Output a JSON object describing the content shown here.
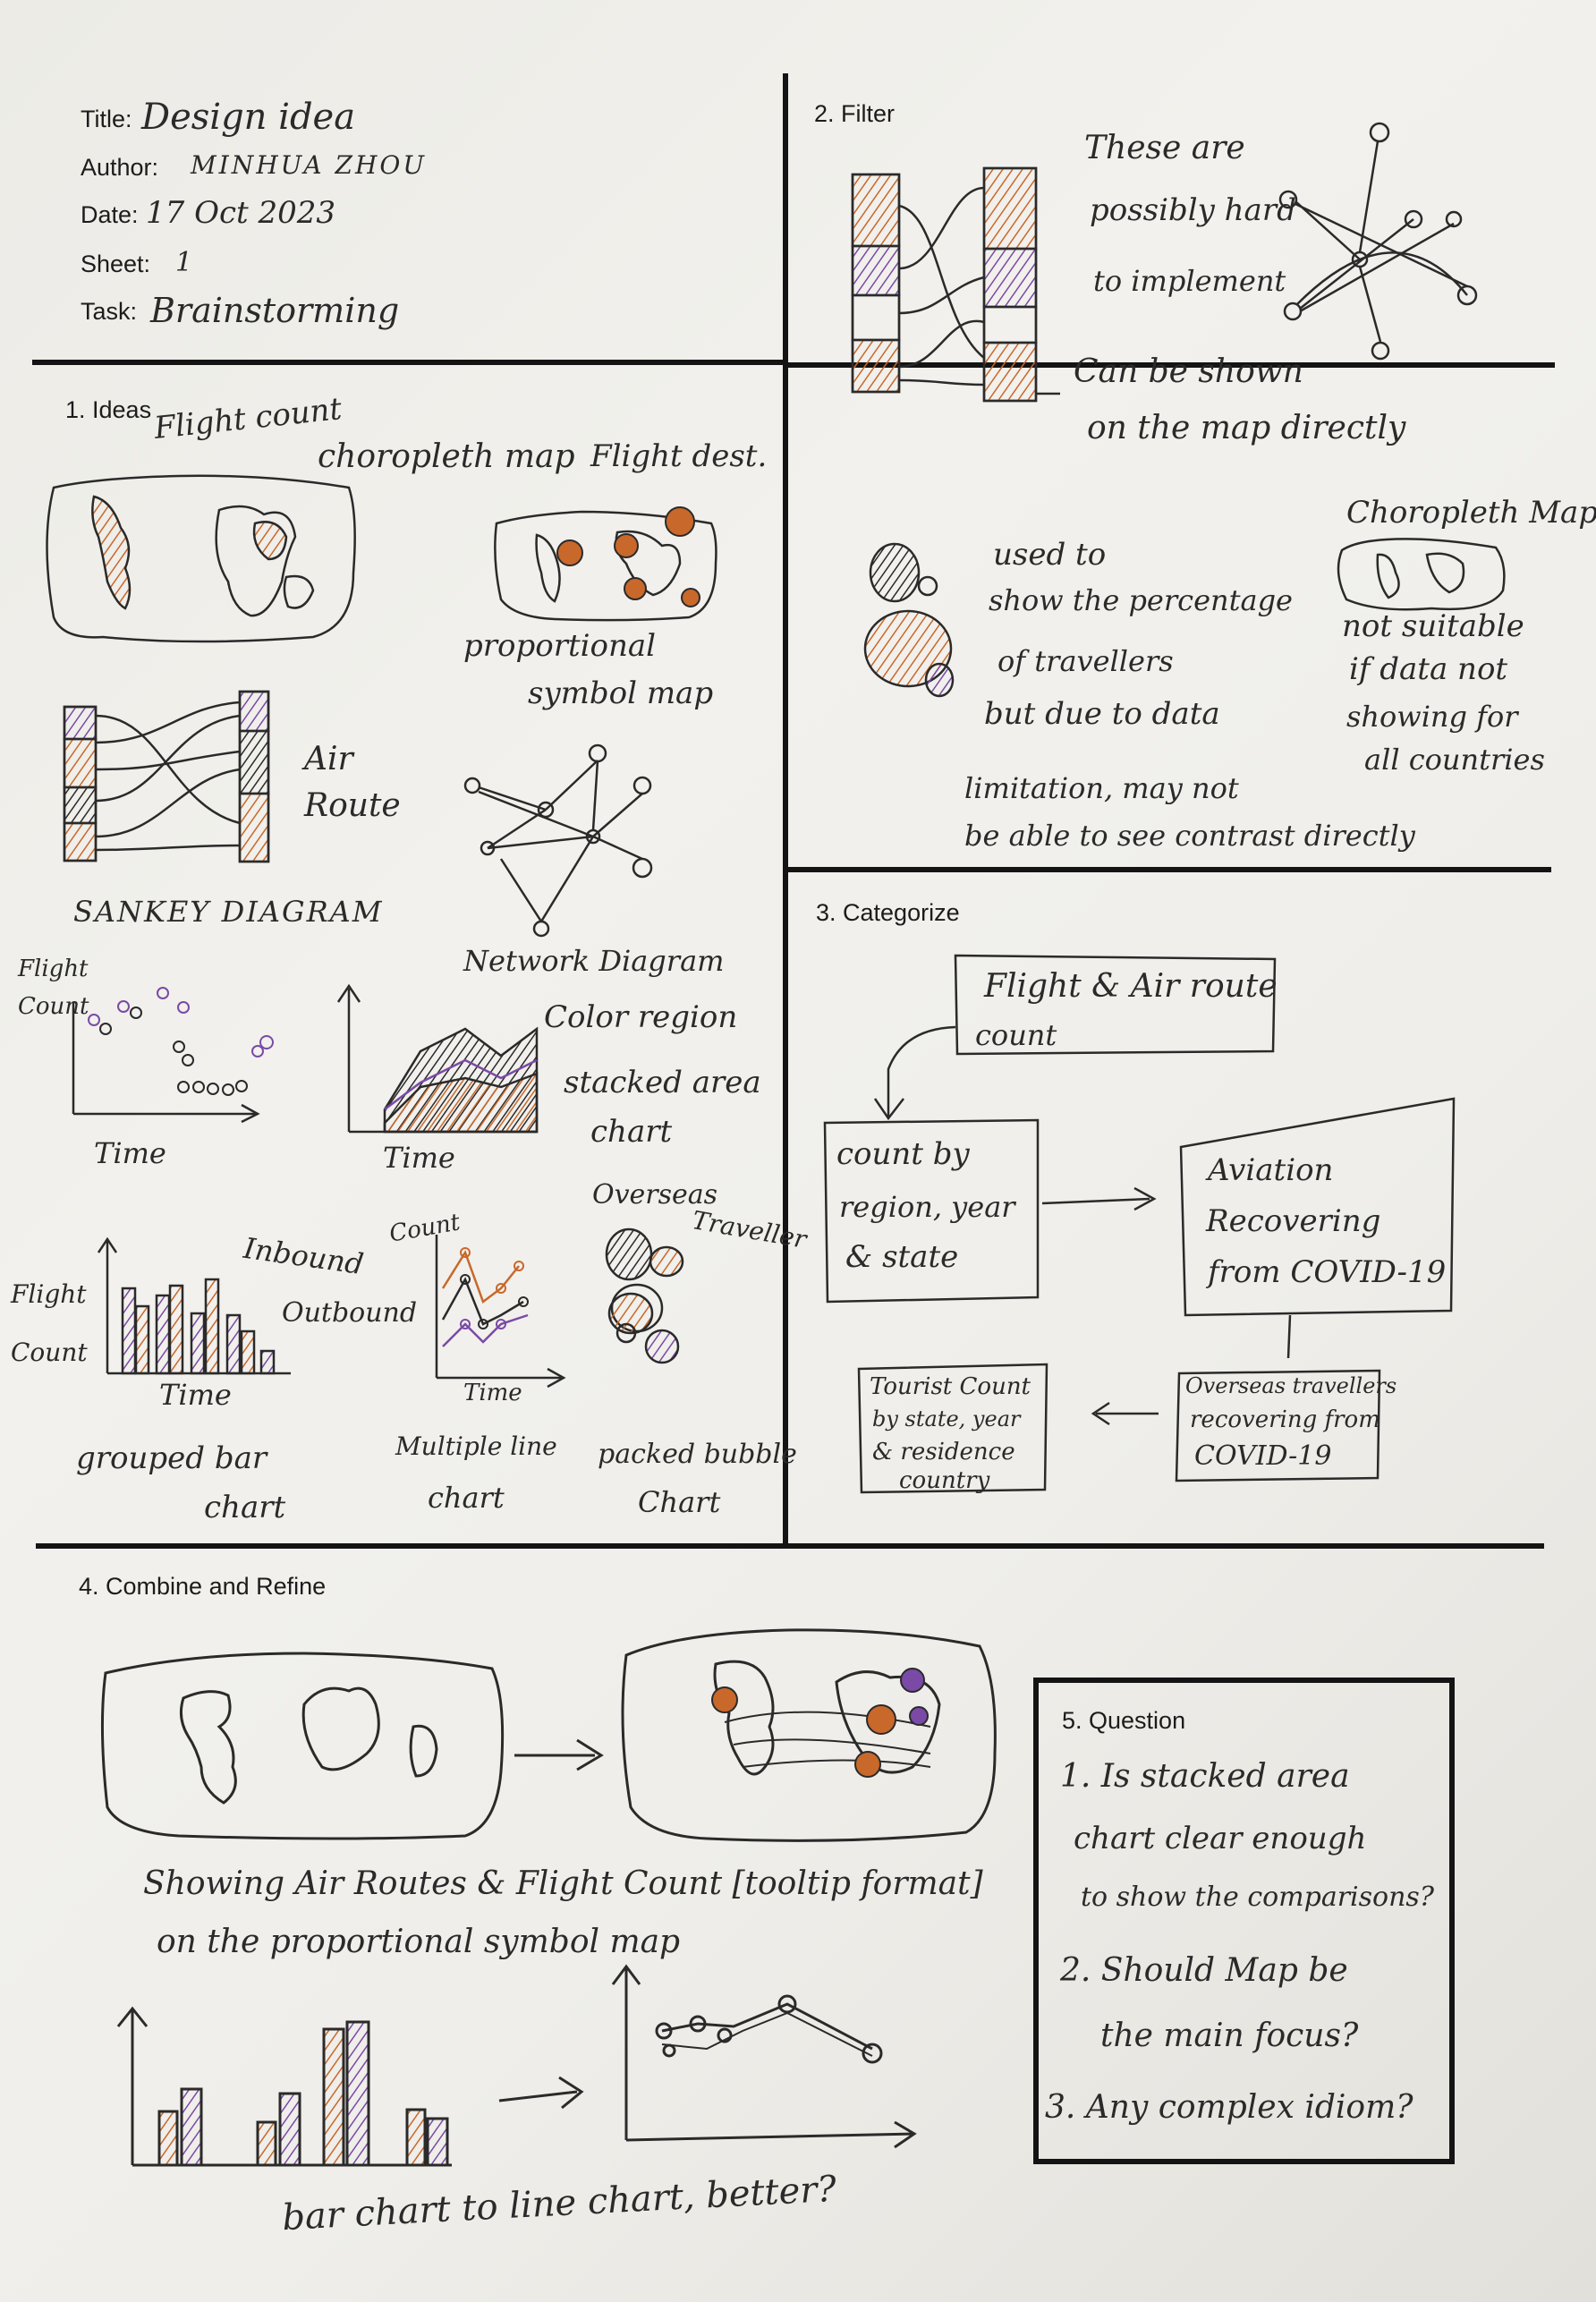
{
  "header": {
    "title_label": "Title:",
    "title_value": "Design idea",
    "author_label": "Author:",
    "author_value": "MINHUA ZHOU",
    "date_label": "Date:",
    "date_value": "17 Oct 2023",
    "sheet_label": "Sheet:",
    "sheet_value": "1",
    "task_label": "Task:",
    "task_value": "Brainstorming"
  },
  "sections": {
    "ideas": "1. Ideas",
    "filter": "2. Filter",
    "categorize": "3. Categorize",
    "combine": "4. Combine and Refine",
    "question": "5. Question"
  },
  "ideas": {
    "flight_count": "Flight count",
    "choropleth_map": "choropleth map",
    "flight_dest": "Flight dest.",
    "proportional": "proportional",
    "symbol_map": "symbol map",
    "air": "Air",
    "route": "Route",
    "sankey": "SANKEY DIAGRAM",
    "network": "Network Diagram",
    "scatter_ylabel_1": "Flight",
    "scatter_ylabel_2": "Count",
    "scatter_time": "Time",
    "area_time": "Time",
    "color_region": "Color region",
    "stacked_area_1": "stacked area",
    "stacked_area_2": "chart",
    "overseas": "Overseas",
    "traveller": "Traveller",
    "bar_ylabel_1": "Flight",
    "bar_ylabel_2": "Count",
    "inbound": "Inbound",
    "outbound": "Outbound",
    "bar_time": "Time",
    "grouped_bar_1": "grouped bar",
    "grouped_bar_2": "chart",
    "line_count": "Count",
    "line_time": "Time",
    "multiple_line_1": "Multiple line",
    "multiple_line_2": "chart",
    "packed_bubble_1": "packed bubble",
    "packed_bubble_2": "Chart"
  },
  "filter": {
    "hard_1": "These are",
    "hard_2": "possibly hard",
    "hard_3": "to implement",
    "shown_1": "Can be shown",
    "shown_2": "on the map directly",
    "choro_title": "Choropleth Map",
    "used_1": "used to",
    "used_2": "show the percentage",
    "used_3": "of travellers",
    "used_4": "but due to data",
    "used_5": "limitation, may not",
    "used_6": "be able to see contrast directly",
    "not_1": "not suitable",
    "not_2": "if data not",
    "not_3": "showing for",
    "not_4": "all countries"
  },
  "categorize": {
    "box1_1": "Flight & Air route",
    "box1_2": "count",
    "box2_1": "count by",
    "box2_2": "region, year",
    "box2_3": "& state",
    "box3_1": "Aviation",
    "box3_2": "Recovering",
    "box3_3": "from COVID-19",
    "box4_1": "Overseas travellers",
    "box4_2": "recovering from",
    "box4_3": "COVID-19",
    "box5_1": "Tourist Count",
    "box5_2": "by state, year",
    "box5_3": "& residence",
    "box5_4": "country"
  },
  "combine": {
    "caption_1": "Showing Air Routes & Flight Count [tooltip format]",
    "caption_2": "on the proportional symbol map",
    "caption_3": "bar chart to line chart, better?"
  },
  "questions": {
    "q1_1": "1. Is stacked area",
    "q1_2": "chart clear enough",
    "q1_3": "to show the comparisons?",
    "q2_1": "2. Should Map be",
    "q2_2": "the main focus?",
    "q3": "3. Any complex idiom?"
  },
  "colors": {
    "ink": "#2a2a2a",
    "orange": "#c8682b",
    "purple": "#7a4aa6",
    "line": "#141414"
  }
}
